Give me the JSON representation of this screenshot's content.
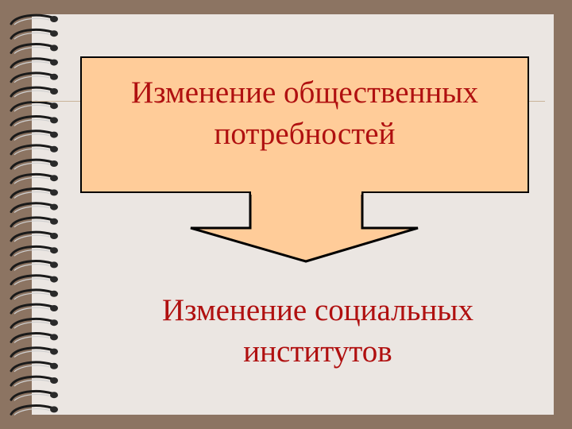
{
  "slide": {
    "top_box_text": "Изменение общественных\nпотребностей",
    "bottom_text": "Изменение социальных\nинститутов"
  },
  "colors": {
    "frame": "#8c7462",
    "paper": "#ebe6e2",
    "box_fill": "#ffcc99",
    "text_red": "#b01010",
    "rule": "#c9b49a"
  },
  "icons": {
    "binding": "spiral-binding-rings",
    "arrow": "down-arrow"
  }
}
